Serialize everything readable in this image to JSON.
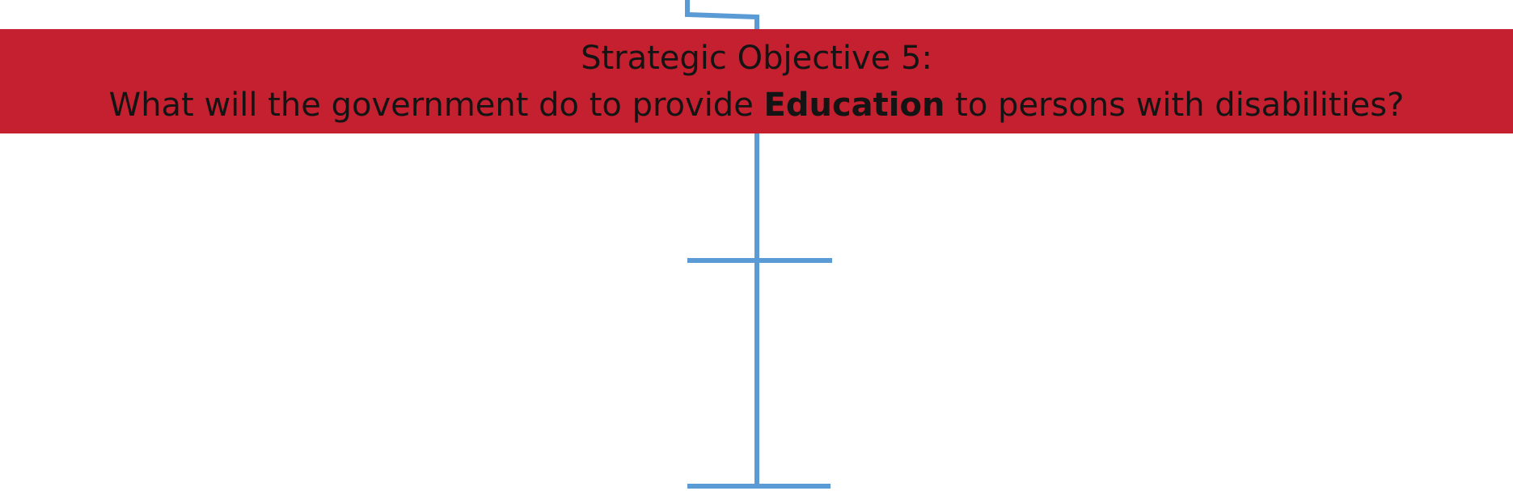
{
  "banner": {
    "line1": "Strategic Objective 5:",
    "line2_before": "What will the government do to provide ",
    "line2_emphasis": "Education",
    "line2_after": " to persons with disabilities?"
  },
  "colors": {
    "banner_fill": "#c4202f",
    "banner_text": "#141414",
    "connector": "#5b9bd5"
  }
}
